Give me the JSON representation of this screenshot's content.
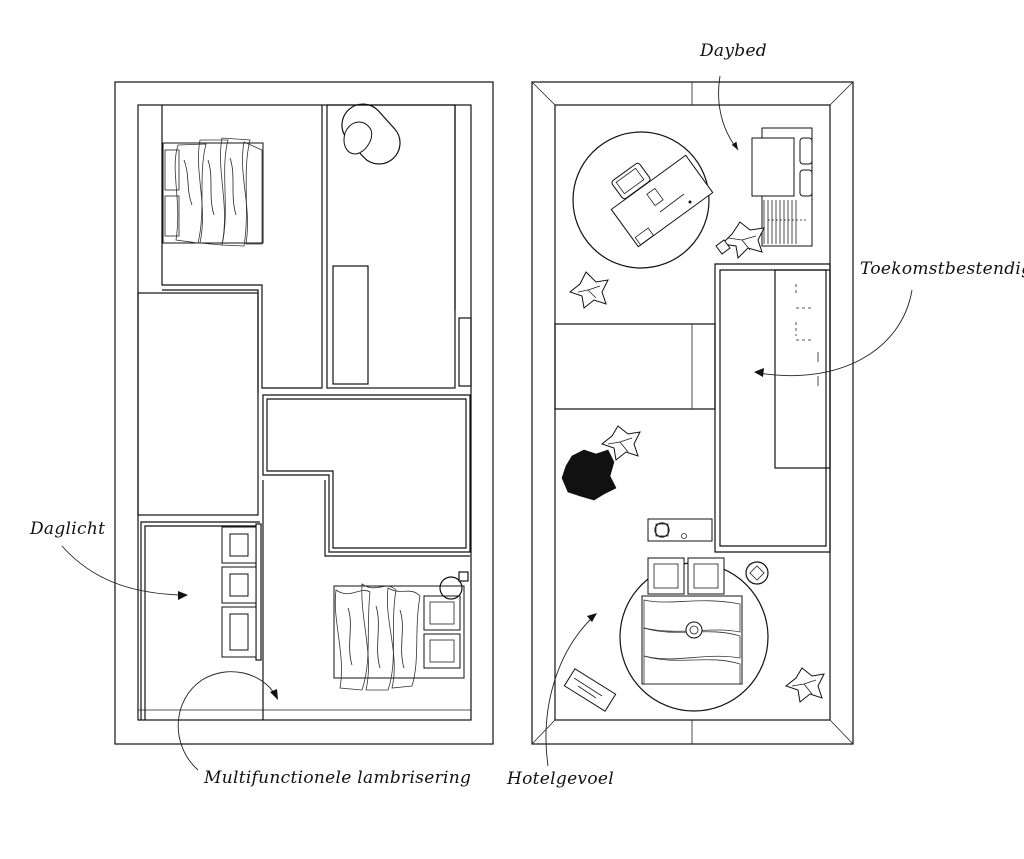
{
  "labels": {
    "daybed": "Daybed",
    "toekomstbestendig": "Toekomstbestendig",
    "daglicht": "Daglicht",
    "multifunctionele_lambrisering": "Multifunctionele lambrisering",
    "hotelgevoel": "Hotelgevoel"
  },
  "icons": [
    "bed-icon",
    "bathtub-icon",
    "desk-icon",
    "chair-icon",
    "plant-icon",
    "daybed-icon",
    "storage-cabinet-icon",
    "nightstand-icon",
    "lounge-chair-icon",
    "rug-icon"
  ],
  "colors": {
    "line": "#111111",
    "background": "#ffffff"
  }
}
